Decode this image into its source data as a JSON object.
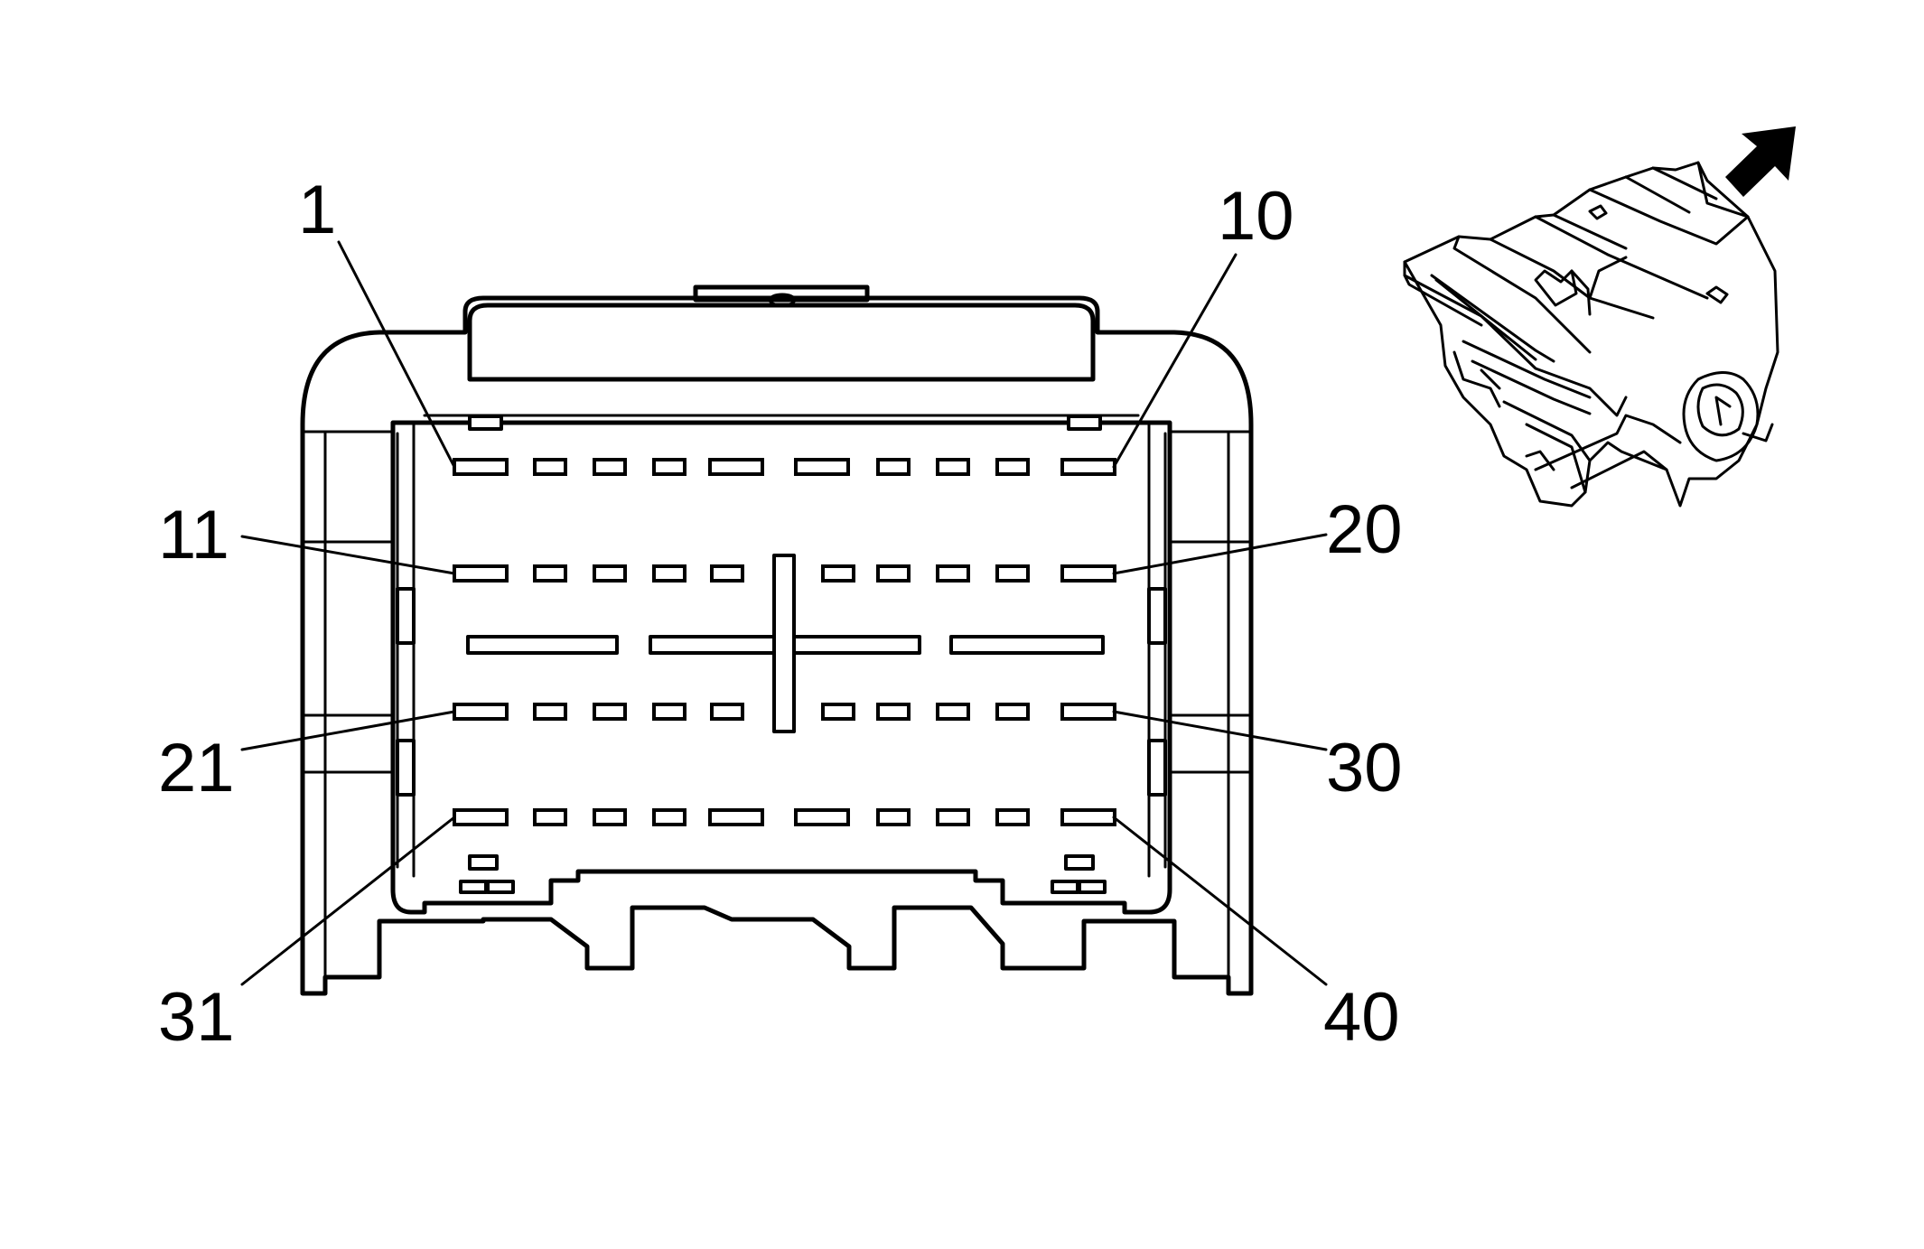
{
  "diagram": {
    "pin_labels": {
      "pin_1": "1",
      "pin_10": "10",
      "pin_11": "11",
      "pin_20": "20",
      "pin_21": "21",
      "pin_30": "30",
      "pin_31": "31",
      "pin_40": "40"
    },
    "pin_rows": 4,
    "pins_per_row": 10,
    "orientation_icon": "arrow-up-right-icon",
    "colors": {
      "line": "#000000",
      "background": "#ffffff"
    }
  }
}
